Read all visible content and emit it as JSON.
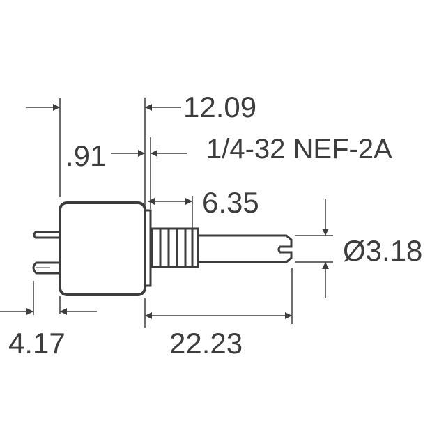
{
  "drawing": {
    "type": "potentiometer outline dimension drawing",
    "stroke_color": "#3d3d3d",
    "background": "#ffffff",
    "units": "mm"
  },
  "dimensions": {
    "overall_body_length": "12.09",
    "flange_thickness": ".91",
    "thread_spec": "1/4-32 NEF-2A",
    "bushing_length": "6.35",
    "shaft_diameter": "Ø3.18",
    "terminal_length": "4.17",
    "shaft_length": "22.23"
  }
}
